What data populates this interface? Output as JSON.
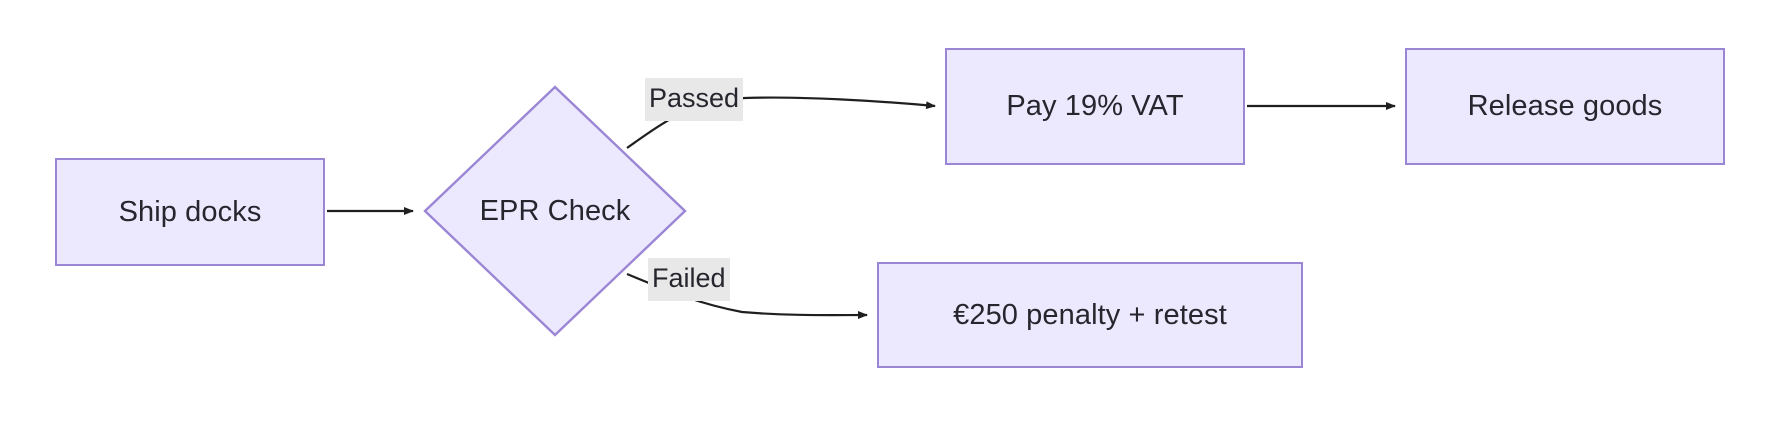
{
  "diagram": {
    "type": "flowchart",
    "orientation": "left-to-right",
    "background_color": "#ffffff",
    "node_fill_color": "#ece8fd",
    "node_border_color": "#9a86d4",
    "node_text_color": "#26262e",
    "edge_color": "#1f1f1f",
    "edge_label_background_color": "#e8e8e8",
    "nodes": [
      {
        "id": "ship-docks",
        "label": "Ship docks",
        "shape": "rectangle"
      },
      {
        "id": "epr-check",
        "label": "EPR Check",
        "shape": "diamond"
      },
      {
        "id": "pay-vat",
        "label": "Pay 19% VAT",
        "shape": "rectangle"
      },
      {
        "id": "release",
        "label": "Release goods",
        "shape": "rectangle"
      },
      {
        "id": "penalty",
        "label": "€250 penalty + retest",
        "shape": "rectangle"
      }
    ],
    "edges": [
      {
        "id": "e1",
        "from": "ship-docks",
        "to": "epr-check",
        "label": ""
      },
      {
        "id": "e2",
        "from": "epr-check",
        "to": "pay-vat",
        "label": "Passed"
      },
      {
        "id": "e3",
        "from": "epr-check",
        "to": "penalty",
        "label": "Failed"
      },
      {
        "id": "e4",
        "from": "pay-vat",
        "to": "release",
        "label": ""
      }
    ]
  }
}
